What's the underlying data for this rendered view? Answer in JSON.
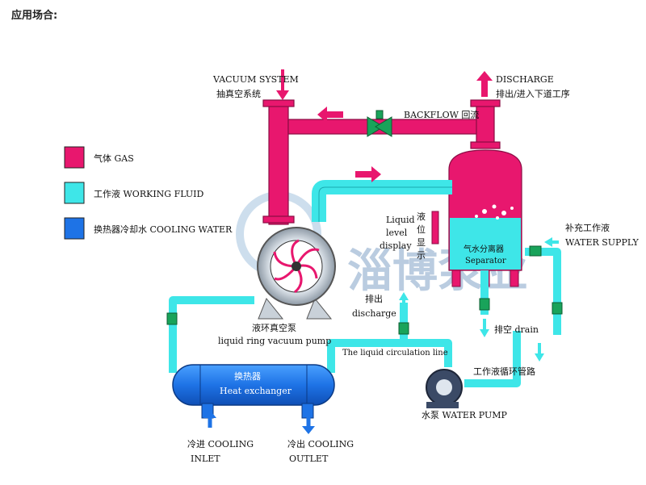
{
  "heading": "应用场合:",
  "legend": [
    {
      "label": "气体 GAS",
      "color": "#e8176e"
    },
    {
      "label": "工作液 WORKING FLUID",
      "color": "#3ee6e8"
    },
    {
      "label": "换热器冷却水 COOLING WATER",
      "color": "#1e73e6"
    }
  ],
  "labels": {
    "vacuum_system_en": "VACUUM SYSTEM",
    "vacuum_system_zh": "抽真空系统",
    "discharge_en": "DISCHARGE",
    "discharge_zh": "排出/进入下道工序",
    "backflow": "BACKFLOW 回流",
    "liquid_level_1": "Liquid",
    "liquid_level_2": "level",
    "liquid_level_3": "display",
    "liquid_level_zh_1": "液",
    "liquid_level_zh_2": "位",
    "liquid_level_zh_3": "显",
    "liquid_level_zh_4": "示",
    "separator_zh": "气水分离器",
    "separator_en": "Separator",
    "water_supply_zh": "补充工作液",
    "water_supply_en": "WATER SUPPLY",
    "pump_zh": "液环真空泵",
    "pump_en": "liquid ring vacuum pump",
    "discharge2_zh": "排出",
    "discharge2_en": "discharge",
    "drain": "排空 drain",
    "circulation_line": "The liquid circulation line",
    "circulation_pipe_zh": "工作液循环管路",
    "hx_zh": "换热器",
    "hx_en": "Heat exchanger",
    "water_pump": "水泵 WATER PUMP",
    "cooling_inlet_1": "冷进 COOLING",
    "cooling_inlet_2": "INLET",
    "cooling_outlet_1": "冷出 COOLING",
    "cooling_outlet_2": "OUTLET",
    "watermark": "淄博泵业"
  }
}
